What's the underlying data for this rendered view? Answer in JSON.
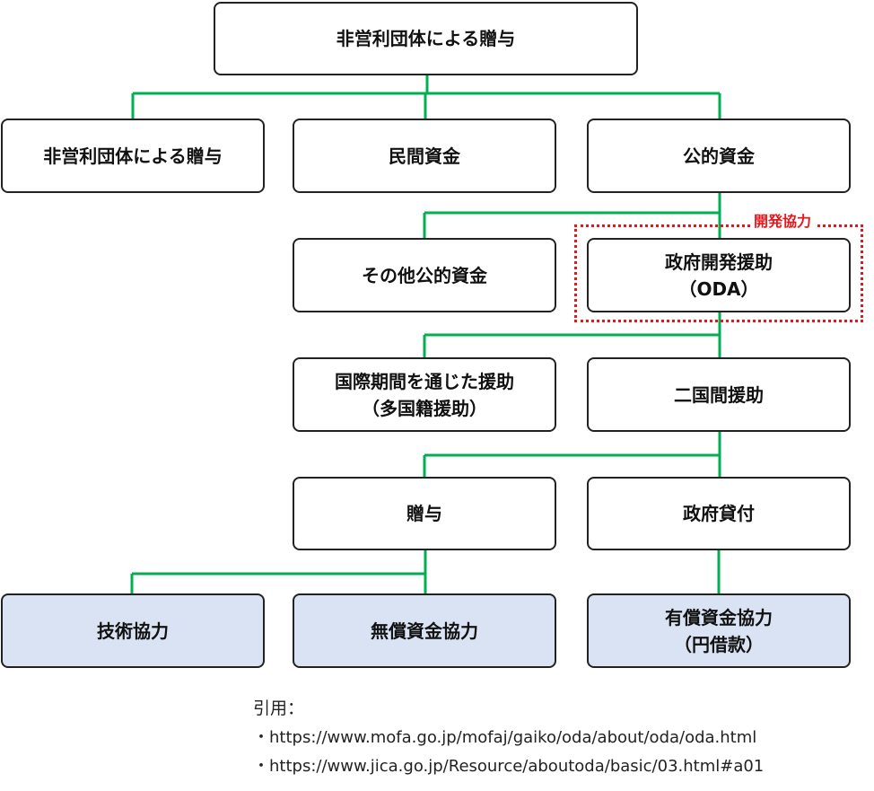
{
  "colors": {
    "connector": "#00b050",
    "development_cooperation": "#e8161b",
    "leaf_fill": "#dae3f3"
  },
  "nodes": {
    "root": "非営利団体による贈与",
    "nonprofit": "非営利団体による贈与",
    "private_funds": "民間資金",
    "public_funds": "公的資金",
    "other_public_funds": "その他公的資金",
    "oda": {
      "line1": "政府開発援助",
      "line2": "（ODA）"
    },
    "multilateral": {
      "line1": "国際期間を通じた援助",
      "line2": "（多国籍援助）"
    },
    "bilateral": "二国間援助",
    "grants": "贈与",
    "government_loans": "政府貸付",
    "technical_cooperation": "技術協力",
    "grant_aid": "無償資金協力",
    "loan_aid": {
      "line1": "有償資金協力",
      "line2": "（円借款）"
    }
  },
  "development_cooperation_label": "開発協力",
  "citation": {
    "title": "引用：",
    "links": [
      "・https://www.mofa.go.jp/mofaj/gaiko/oda/about/oda/oda.html",
      "・https://www.jica.go.jp/Resource/aboutoda/basic/03.html#a01"
    ]
  }
}
